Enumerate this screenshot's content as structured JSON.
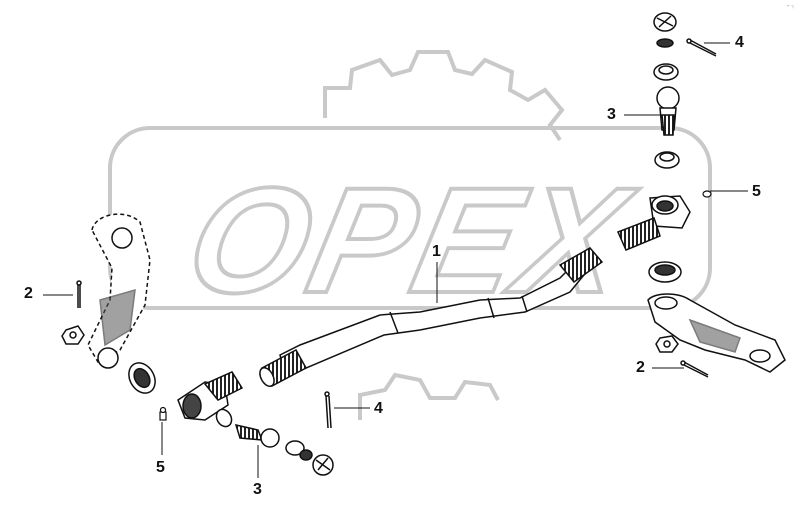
{
  "watermark": {
    "text": "OPEX",
    "color": "#c9c9c9"
  },
  "callouts": [
    {
      "id": "c1",
      "label": "1"
    },
    {
      "id": "c2a",
      "label": "2"
    },
    {
      "id": "c2b",
      "label": "2"
    },
    {
      "id": "c3a",
      "label": "3"
    },
    {
      "id": "c3b",
      "label": "3"
    },
    {
      "id": "c4a",
      "label": "4"
    },
    {
      "id": "c4b",
      "label": "4"
    },
    {
      "id": "c5a",
      "label": "5"
    },
    {
      "id": "c5b",
      "label": "5"
    }
  ],
  "corner_mark": "⌐ ┐",
  "colors": {
    "line": "#111111",
    "part_fill": "#ffffff",
    "shade": "#3a3a3a"
  }
}
